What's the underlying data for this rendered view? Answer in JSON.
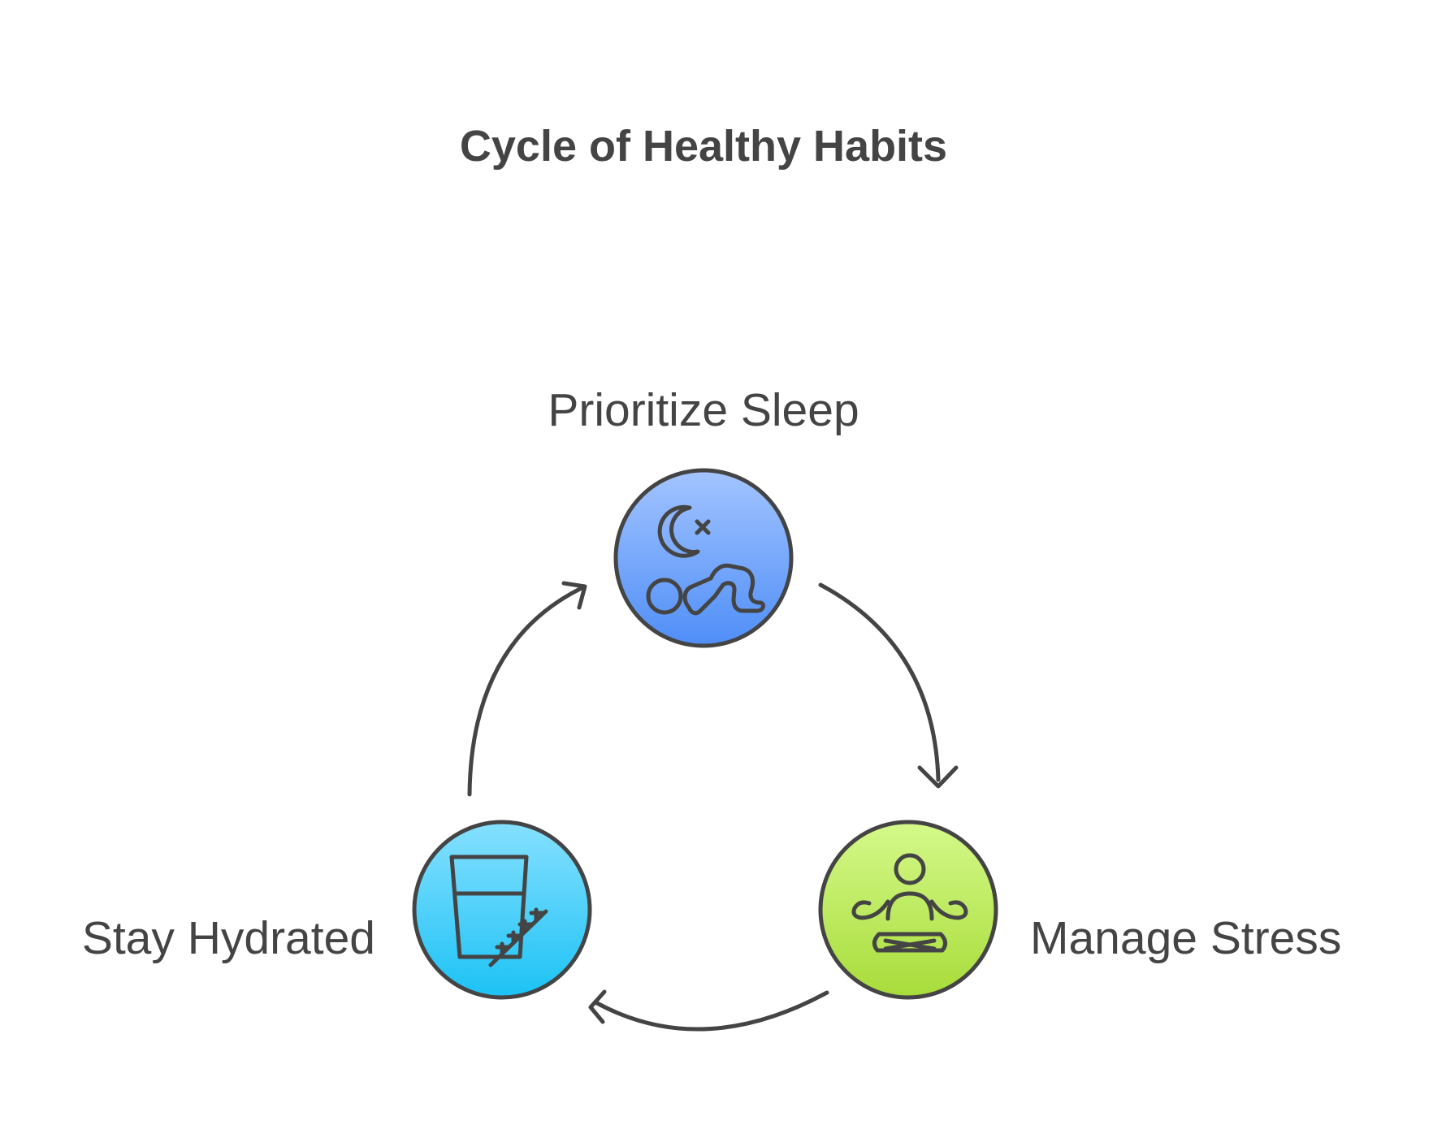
{
  "title": "Cycle of Healthy Habits",
  "nodes": [
    {
      "label": "Prioritize Sleep",
      "icon": "moon-sleep-icon",
      "color_top": "#a3c4ff",
      "color_bottom": "#4f8ef7"
    },
    {
      "label": "Manage Stress",
      "icon": "meditation-icon",
      "color_top": "#d4f98a",
      "color_bottom": "#a8dc3a"
    },
    {
      "label": "Stay Hydrated",
      "icon": "water-glass-icon",
      "color_top": "#86e0ff",
      "color_bottom": "#1cc2f5"
    }
  ],
  "colors": {
    "stroke": "#444444",
    "text": "#444444"
  }
}
